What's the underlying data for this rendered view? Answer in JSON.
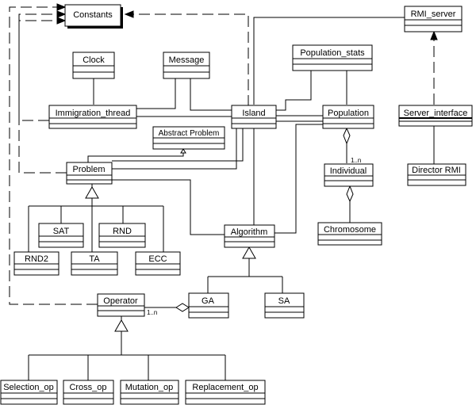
{
  "classes": {
    "constants": "Constants",
    "rmi_server": "RMI_server",
    "clock": "Clock",
    "message": "Message",
    "population_stats": "Population_stats",
    "immigration_thread": "Immigration_thread",
    "island": "Island",
    "population": "Population",
    "server_interface": "Server_interface",
    "abstract_problem": "Abstract Problem",
    "problem": "Problem",
    "individual": "Individual",
    "director_rmi": "Director RMI",
    "sat": "SAT",
    "rnd": "RND",
    "algorithm": "Algorithm",
    "chromosome": "Chromosome",
    "rnd2": "RND2",
    "ta": "TA",
    "ecc": "ECC",
    "operator": "Operator",
    "ga": "GA",
    "sa": "SA",
    "selection_op": "Selection_op",
    "cross_op": "Cross_op",
    "mutation_op": "Mutation_op",
    "replacement_op": "Replacement_op"
  },
  "multiplicities": {
    "population_individual": "1..n",
    "operator_ga": "1..n"
  }
}
